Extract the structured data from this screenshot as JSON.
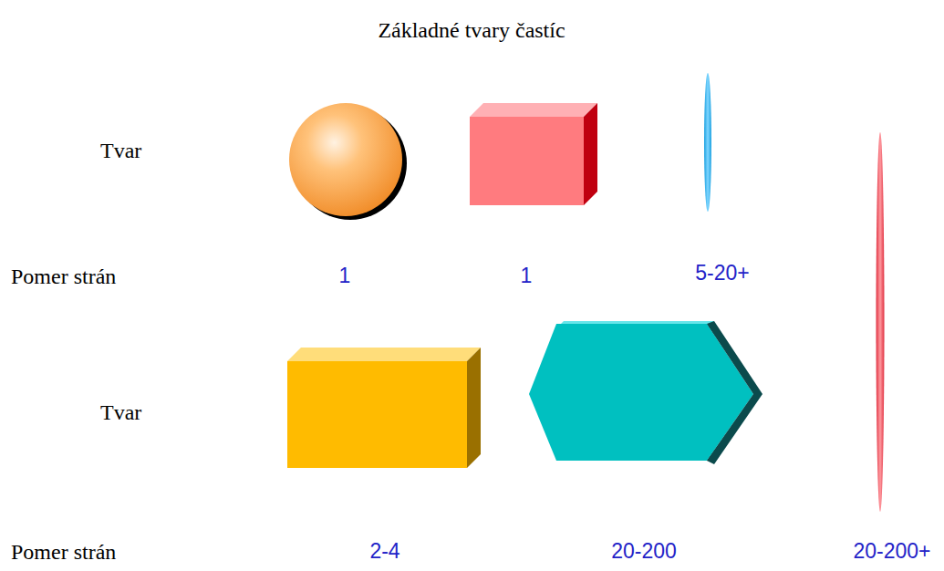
{
  "diagram": {
    "title": "Základné tvary častíc",
    "labels": [
      "Tvar",
      "Pomer strán",
      "1",
      "1",
      "5-20+",
      "Tvar",
      "Pomer strán",
      "2-4",
      "20-200",
      "20-200+"
    ]
  }
}
